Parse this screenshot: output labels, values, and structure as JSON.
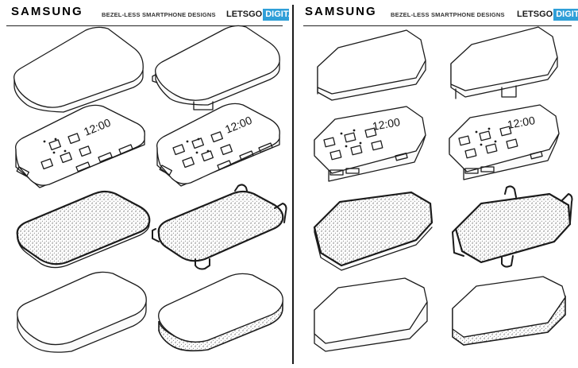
{
  "colors": {
    "ink": "#1b1b1b",
    "accent": "#2f9fd8",
    "paper": "#ffffff"
  },
  "panels": [
    {
      "brand": "SAMSUNG",
      "subtitle": "BEZEL-LESS SMARTPHONE DESIGNS",
      "logo_a": "LETSGO",
      "logo_b": "DIGITAL",
      "clock": "12:00",
      "shape": "rounded-rectangle"
    },
    {
      "brand": "SAMSUNG",
      "subtitle": "BEZEL-LESS SMARTPHONE DESIGNS",
      "logo_a": "LETSGO",
      "logo_b": "DIGITAL",
      "clock": "12:00",
      "shape": "hexagonal"
    }
  ]
}
